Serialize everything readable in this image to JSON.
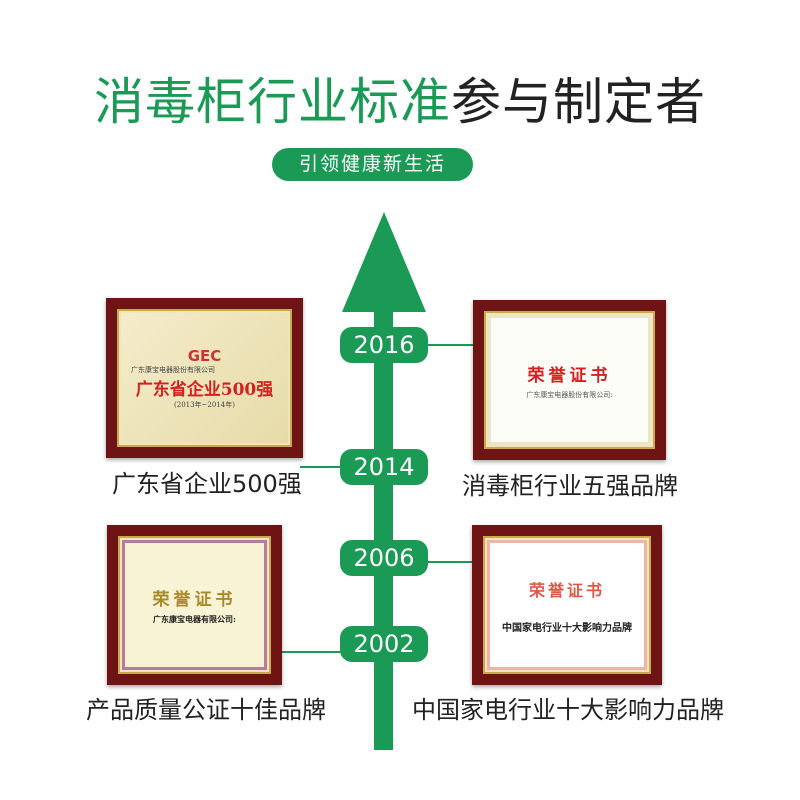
{
  "title": {
    "highlight": "消毒柜行业标准",
    "rest": "参与制定者"
  },
  "subtitle": "引领健康新生活",
  "accent_color": "#1a9a55",
  "timeline": {
    "years": [
      "2016",
      "2014",
      "2006",
      "2002"
    ]
  },
  "awards": [
    {
      "year": "2014",
      "caption": "广东省企业500强",
      "cert_logo": "GEC",
      "cert_company": "广东康宝电器股份有限公司",
      "cert_heading": "广东省企业500强",
      "cert_period": "(2013年~2014年)"
    },
    {
      "year": "2016",
      "caption": "消毒柜行业五强品牌",
      "cert_heading": "荣誉证书",
      "cert_company": "广东康宝电器股份有限公司:"
    },
    {
      "year": "2002",
      "caption": "产品质量公证十佳品牌",
      "cert_heading": "荣誉证书",
      "cert_company": "广东康宝电器有限公司:"
    },
    {
      "year": "2006",
      "caption": "中国家电行业十大影响力品牌",
      "cert_heading": "荣誉证书",
      "cert_title": "中国家电行业十大影响力品牌"
    }
  ]
}
